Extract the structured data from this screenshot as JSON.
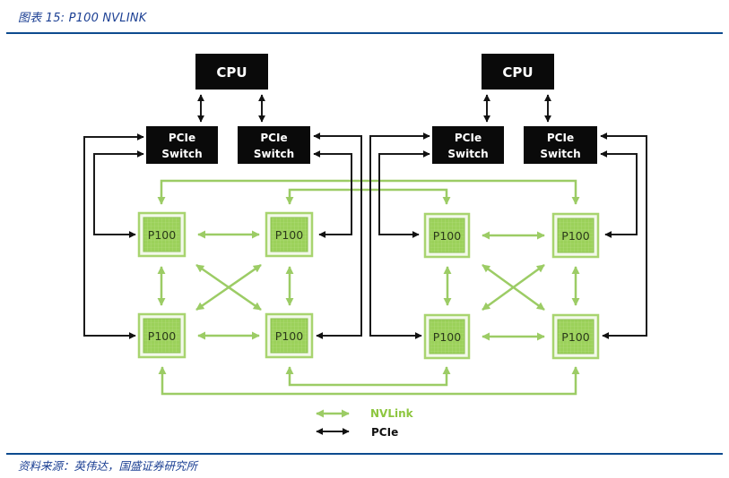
{
  "header": {
    "title": "图表 15:  P100 NVLINK"
  },
  "footer": {
    "source": "资料来源：英伟达，国盛证券研究所"
  },
  "diagram": {
    "groups": [
      {
        "cpu": "CPU",
        "switches": [
          {
            "line1": "PCIe",
            "line2": "Switch"
          },
          {
            "line1": "PCIe",
            "line2": "Switch"
          }
        ],
        "gpus": [
          "P100",
          "P100",
          "P100",
          "P100"
        ]
      },
      {
        "cpu": "CPU",
        "switches": [
          {
            "line1": "PCIe",
            "line2": "Switch"
          },
          {
            "line1": "PCIe",
            "line2": "Switch"
          }
        ],
        "gpus": [
          "P100",
          "P100",
          "P100",
          "P100"
        ]
      }
    ],
    "legend": [
      {
        "label": "NVLink",
        "color": "#8dc63f",
        "icon": "double-arrow-green"
      },
      {
        "label": "PCIe",
        "color": "#111111",
        "icon": "double-arrow-black"
      }
    ]
  },
  "colors": {
    "title_blue": "#1b3f93",
    "rule_blue": "#0d4a8f",
    "nvlink_green": "#9ccc65",
    "gpu_green": "#9bd15a",
    "pcie_black": "#111111"
  }
}
